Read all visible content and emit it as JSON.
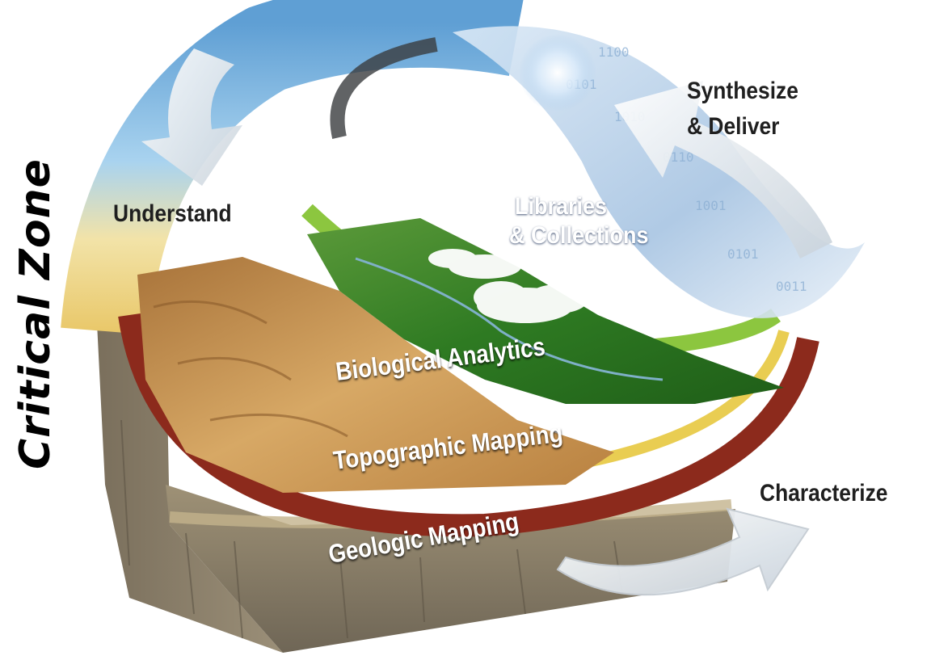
{
  "title": "Critical Zone",
  "labels": {
    "understand": "Understand",
    "synthesize": "Synthesize",
    "deliver": "& Deliver",
    "libraries": "Libraries",
    "collections": "& Collections",
    "biological": "Biological Analytics",
    "topographic": "Topographic Mapping",
    "geologic": "Geologic Mapping",
    "characterize": "Characterize"
  },
  "colors": {
    "sky": "#8cc3e6",
    "vegetation": "#2f7d24",
    "terrain": "#c8954f",
    "band_red": "#8c2a1c",
    "band_yellow": "#e9cd52",
    "band_green": "#8cc63f",
    "rock": "#8d8169"
  },
  "icons": [
    "cycle-arrow-understand-icon",
    "cycle-arrow-synthesize-icon",
    "cycle-arrow-characterize-icon",
    "binary-data-swirl-icon",
    "cloud-icon"
  ]
}
